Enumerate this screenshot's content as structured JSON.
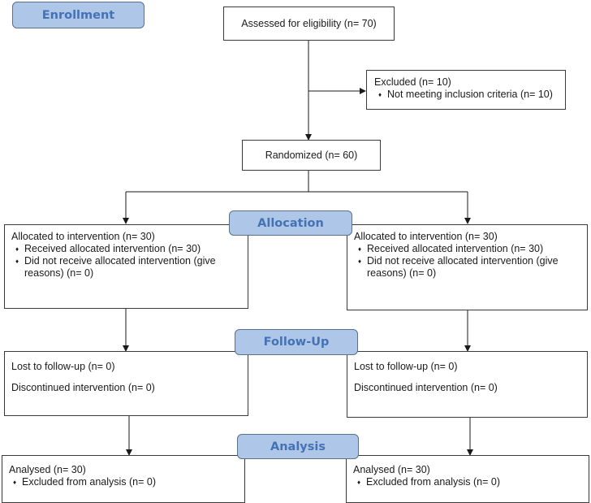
{
  "stages": {
    "enrollment": "Enrollment",
    "allocation": "Allocation",
    "followup": "Follow-Up",
    "analysis": "Analysis"
  },
  "assessed": "Assessed for eligibility (n= 70)",
  "excluded": {
    "title": "Excluded (n= 10)",
    "items": [
      "Not meeting inclusion criteria (n= 10)"
    ]
  },
  "randomized": "Randomized (n= 60)",
  "left": {
    "allocation": {
      "title": "Allocated to intervention (n= 30)",
      "items": [
        "Received allocated intervention (n=  30)",
        "Did not receive allocated intervention (give reasons) (n=  0)"
      ]
    },
    "followup": {
      "lost": "Lost to follow-up (n= 0)",
      "discontinued": "Discontinued intervention (n= 0)"
    },
    "analysis": {
      "title": "Analysed (n= 30)",
      "items": [
        "Excluded from analysis (n= 0)"
      ]
    }
  },
  "right": {
    "allocation": {
      "title": "Allocated to intervention (n= 30)",
      "items": [
        "Received allocated intervention (n=  30)",
        "Did not receive allocated intervention (give reasons) (n=  0)"
      ]
    },
    "followup": {
      "lost": "Lost to follow-up (n= 0)",
      "discontinued": "Discontinued intervention (n= 0)"
    },
    "analysis": {
      "title": "Analysed (n= 30)",
      "items": [
        "Excluded from analysis (n= 0)"
      ]
    }
  },
  "bullet_glyph": "♦"
}
